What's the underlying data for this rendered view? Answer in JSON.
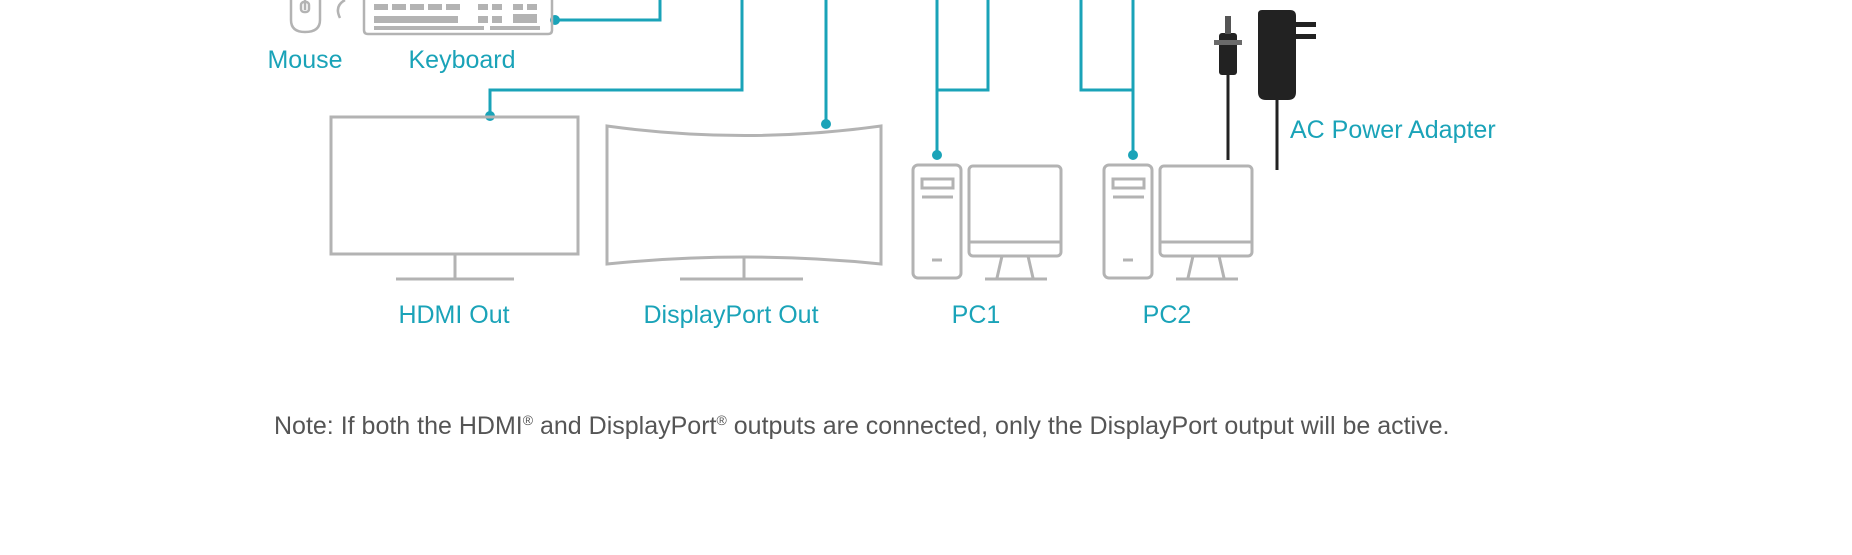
{
  "colors": {
    "accent": "#1aa3b8",
    "device": "#b3b3b3",
    "adapter": "#222222",
    "note": "#555555"
  },
  "labels": {
    "mouse": "Mouse",
    "keyboard": "Keyboard",
    "hdmi_out": "HDMI Out",
    "displayport_out": "DisplayPort Out",
    "pc1": "PC1",
    "pc2": "PC2",
    "ac_power_adapter": "AC Power Adapter"
  },
  "icons": [
    "mouse-icon",
    "keyboard-icon",
    "hdmi-monitor-icon",
    "curved-monitor-icon",
    "pc-tower-icon",
    "desktop-monitor-icon",
    "power-adapter-icon"
  ],
  "note": {
    "part1": "Note: If both the HDMI",
    "reg1": "®",
    "part2": " and DisplayPort",
    "reg2": "®",
    "part3": " outputs are connected, only the DisplayPort output will be active."
  }
}
